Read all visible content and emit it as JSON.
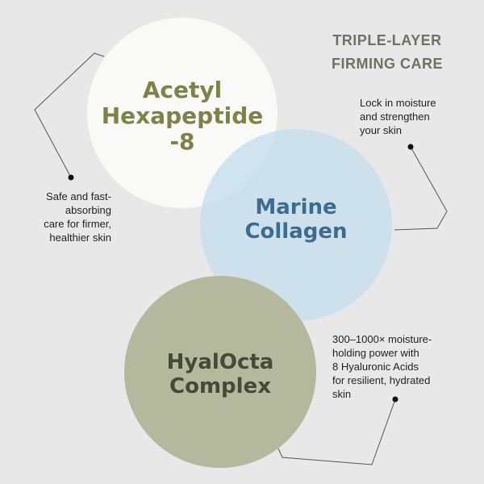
{
  "title": {
    "line1": "TRIPLE-LAYER",
    "line2": "FIRMING CARE"
  },
  "ingredients": {
    "hexapeptide": "Acetyl\nHexapeptide\n-8",
    "collagen": "Marine\nCollagen",
    "hyalocta": "HyalOcta\nComplex"
  },
  "notes": {
    "hexapeptide": "Safe and fast-\nabsorbing\ncare for firmer,\nhealthier skin",
    "collagen": "Lock in moisture\nand strengthen\nyour skin",
    "hyalocta": "300–1000× moisture-\nholding power with\n8 Hyaluronic Acids\nfor resilient, hydrated\nskin"
  },
  "colors": {
    "background": "#e8e8e8",
    "hexapeptide_circle": "#fafaf8",
    "collagen_circle": "#c6deec",
    "hyalocta_circle": "#b4b89d",
    "title_text": "#6e7262"
  }
}
